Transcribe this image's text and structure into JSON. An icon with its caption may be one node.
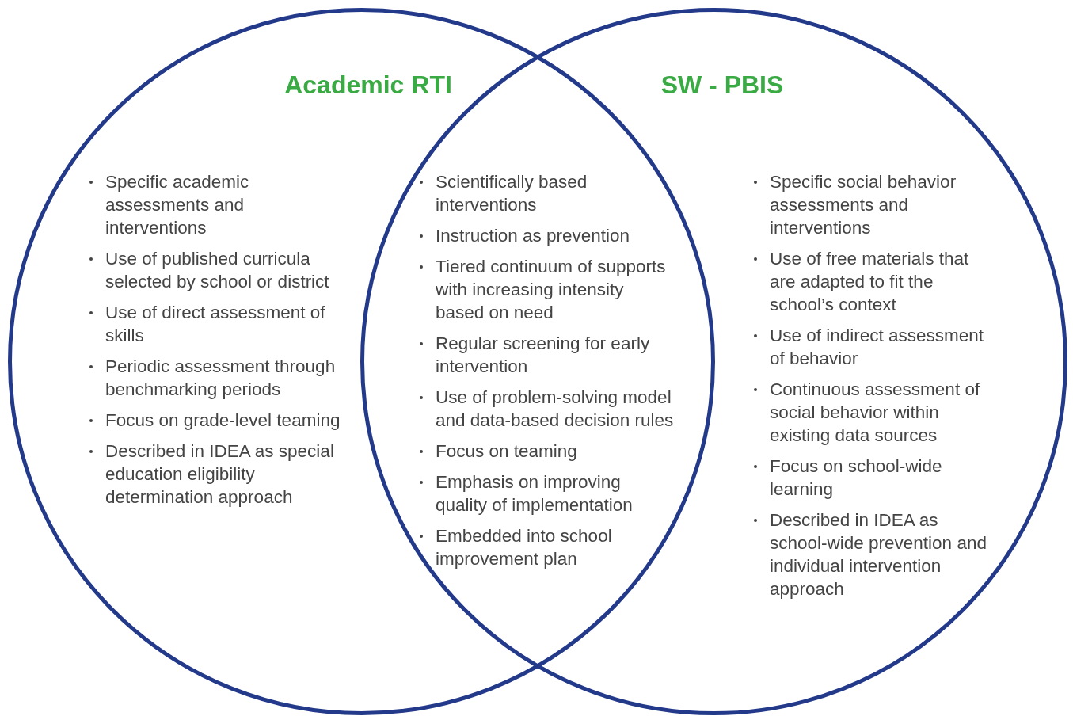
{
  "diagram": {
    "nodes": [
      {
        "text": [
          "Academic RTI",
          "Specific academic assessments and interventions",
          "Use of published curricula selected by school or district",
          "Use of direct assessment of skills",
          "Periodic assessment through benchmarking periods",
          "Focus on grade-level teaming",
          "Described in IDEA as special education eligibility determination approach"
        ]
      },
      {
        "text": [
          "SW - PBIS",
          "Specific social behavior assessments and interventions",
          "Use of free materials that are adapted to fit the school’s context",
          "Use of indirect assessment of behavior",
          "Continuous assessment of social behavior within existing data sources",
          "Focus on school-wide learning",
          "Described in IDEA as school-wide prevention and individual intervention approach"
        ]
      }
    ],
    "labels": [
      "Scientifically based interventions",
      "Instruction as prevention",
      "Tiered continuum of supports with increasing intensity based on need",
      "Regular screening for early intervention",
      "Use of problem-solving model and data-based decision rules",
      "Focus on teaming",
      "Emphasis on improving quality of implementation",
      "Embedded into school improvement plan"
    ]
  }
}
